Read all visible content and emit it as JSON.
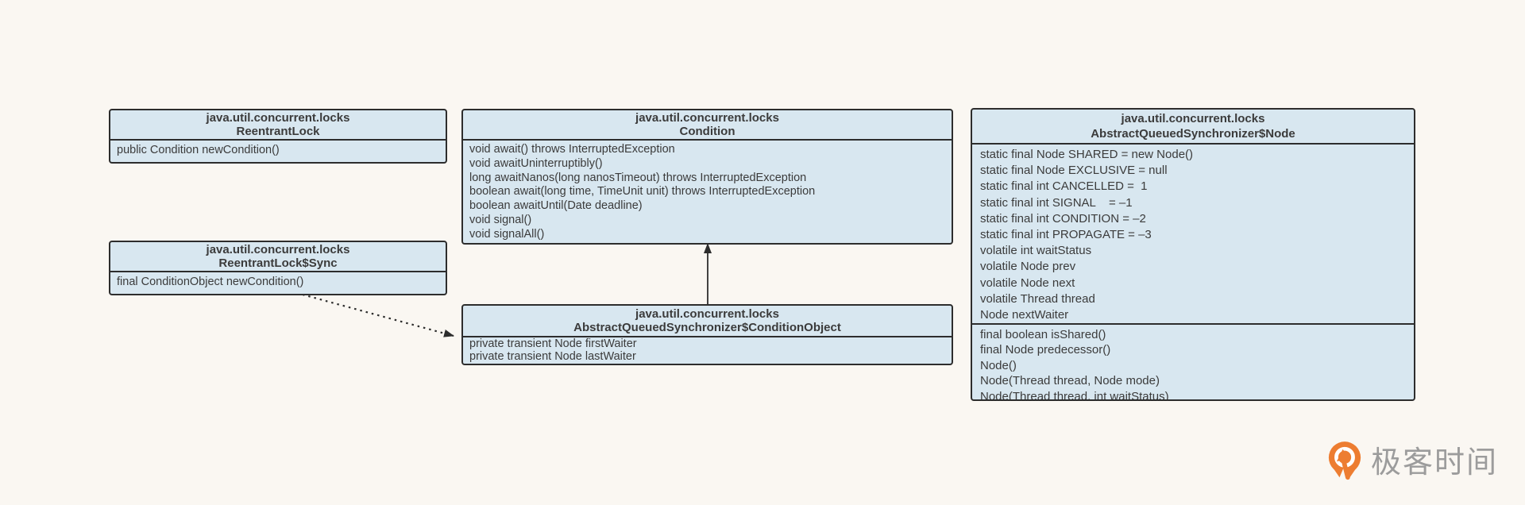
{
  "colors": {
    "background": "#FAF7F2",
    "box_fill": "#D8E7F0",
    "box_border": "#2D2D2D",
    "text": "#3B3B3B",
    "logo_orange": "#ED7D31",
    "logo_text_gray": "#9C9C9C"
  },
  "classes": [
    {
      "package": "java.util.concurrent.locks",
      "name": "ReentrantLock",
      "sections": [
        [
          "public Condition newCondition()"
        ]
      ]
    },
    {
      "package": "java.util.concurrent.locks",
      "name": "Condition",
      "sections": [
        [
          "void await() throws InterruptedException",
          "void awaitUninterruptibly()",
          "long awaitNanos(long nanosTimeout) throws InterruptedException",
          "boolean await(long time, TimeUnit unit) throws InterruptedException",
          "boolean awaitUntil(Date deadline)",
          "void signal()",
          "void signalAll()"
        ]
      ]
    },
    {
      "package": "java.util.concurrent.locks",
      "name": "ReentrantLock$Sync",
      "sections": [
        [
          "final ConditionObject newCondition()"
        ]
      ]
    },
    {
      "package": "java.util.concurrent.locks",
      "name": "AbstractQueuedSynchronizer$ConditionObject",
      "sections": [
        [
          "private transient Node firstWaiter",
          "private transient Node lastWaiter"
        ]
      ]
    },
    {
      "package": "java.util.concurrent.locks",
      "name": "AbstractQueuedSynchronizer$Node",
      "sections": [
        [
          "static final Node SHARED = new Node()",
          "static final Node EXCLUSIVE = null",
          "static final int CANCELLED =  1",
          "static final int SIGNAL    = –1",
          "static final int CONDITION = –2",
          "static final int PROPAGATE = –3",
          "volatile int waitStatus",
          "volatile Node prev",
          "volatile Node next",
          "volatile Thread thread",
          "Node nextWaiter"
        ],
        [
          "final boolean isShared()",
          "final Node predecessor()",
          "Node()",
          "Node(Thread thread, Node mode)",
          "Node(Thread thread, int waitStatus)"
        ]
      ]
    }
  ],
  "logo": {
    "text": "极客时间",
    "icon": "geektime-pin-icon"
  }
}
